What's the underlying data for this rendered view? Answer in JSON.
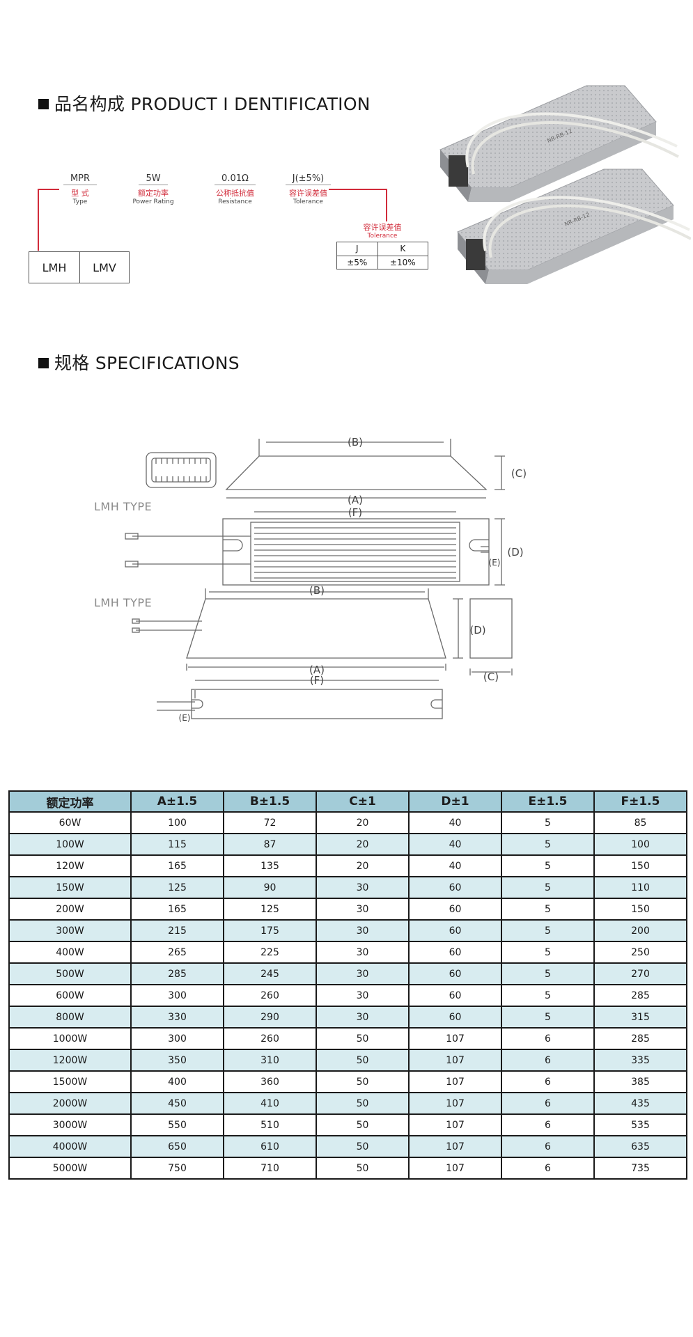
{
  "identification": {
    "title": "品名构成 PRODUCT Ⅰ DENTIFICATION",
    "codes": [
      {
        "value": "MPR",
        "cn": "型 式",
        "en": "Type"
      },
      {
        "value": "5W",
        "cn": "额定功率",
        "en": "Power Rating"
      },
      {
        "value": "0.01Ω",
        "cn": "公称抵抗值",
        "en": "Resistance"
      },
      {
        "value": "J(±5%)",
        "cn": "容许误差值",
        "en": "Tolerance"
      }
    ],
    "types": [
      "LMH",
      "LMV"
    ],
    "tolerance_box": {
      "cn": "容许误差值",
      "en": "Tolerance",
      "codes": [
        "J",
        "K"
      ],
      "values": [
        "±5%",
        "±10%"
      ]
    },
    "product_label": "NR-RB-12"
  },
  "specifications": {
    "title": "规格 SPECIFICATIONS"
  },
  "diagram": {
    "type_label_top": "LMH TYPE",
    "type_label_bottom": "LMH TYPE",
    "dims": {
      "a": "(A)",
      "b": "(B)",
      "c": "(C)",
      "d": "(D)",
      "e": "(E)",
      "f": "(F)"
    }
  },
  "table": {
    "headers": [
      "额定功率",
      "A±1.5",
      "B±1.5",
      "C±1",
      "D±1",
      "E±1.5",
      "F±1.5"
    ],
    "rows": [
      [
        "60W",
        "100",
        "72",
        "20",
        "40",
        "5",
        "85"
      ],
      [
        "100W",
        "115",
        "87",
        "20",
        "40",
        "5",
        "100"
      ],
      [
        "120W",
        "165",
        "135",
        "20",
        "40",
        "5",
        "150"
      ],
      [
        "150W",
        "125",
        "90",
        "30",
        "60",
        "5",
        "110"
      ],
      [
        "200W",
        "165",
        "125",
        "30",
        "60",
        "5",
        "150"
      ],
      [
        "300W",
        "215",
        "175",
        "30",
        "60",
        "5",
        "200"
      ],
      [
        "400W",
        "265",
        "225",
        "30",
        "60",
        "5",
        "250"
      ],
      [
        "500W",
        "285",
        "245",
        "30",
        "60",
        "5",
        "270"
      ],
      [
        "600W",
        "300",
        "260",
        "30",
        "60",
        "5",
        "285"
      ],
      [
        "800W",
        "330",
        "290",
        "30",
        "60",
        "5",
        "315"
      ],
      [
        "1000W",
        "300",
        "260",
        "50",
        "107",
        "6",
        "285"
      ],
      [
        "1200W",
        "350",
        "310",
        "50",
        "107",
        "6",
        "335"
      ],
      [
        "1500W",
        "400",
        "360",
        "50",
        "107",
        "6",
        "385"
      ],
      [
        "2000W",
        "450",
        "410",
        "50",
        "107",
        "6",
        "435"
      ],
      [
        "3000W",
        "550",
        "510",
        "50",
        "107",
        "6",
        "535"
      ],
      [
        "4000W",
        "650",
        "610",
        "50",
        "107",
        "6",
        "635"
      ],
      [
        "5000W",
        "750",
        "710",
        "50",
        "107",
        "6",
        "735"
      ]
    ]
  },
  "colors": {
    "accent_red": "#d12b3a",
    "header_blue": "#a3ccd8",
    "row_alt": "#d8ecf0"
  }
}
